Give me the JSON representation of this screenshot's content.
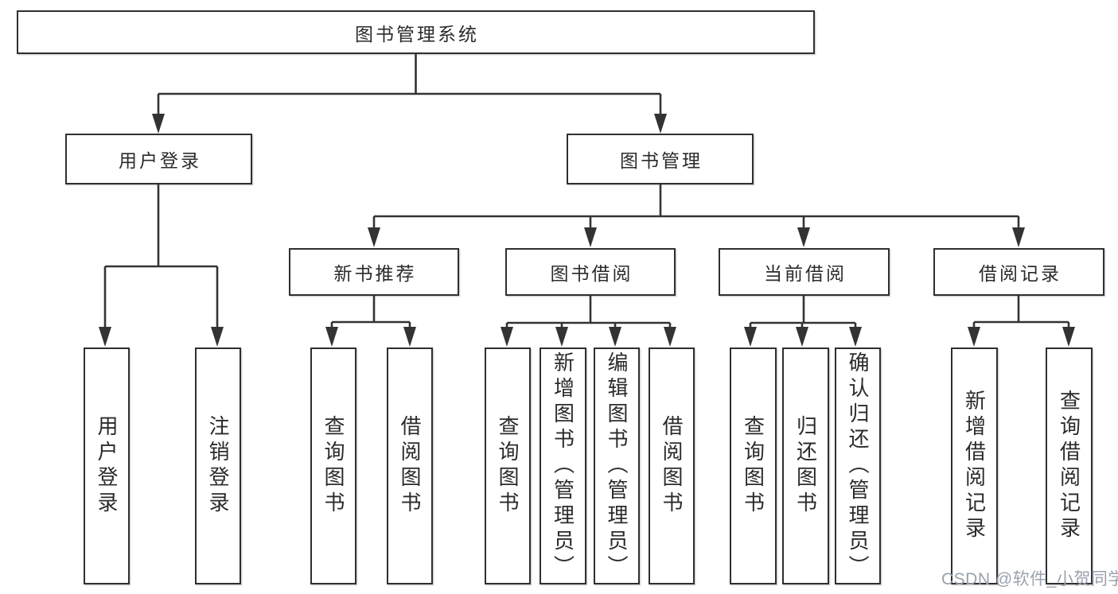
{
  "diagram": {
    "root": {
      "label": "图书管理系统"
    },
    "branches": [
      {
        "label": "用户登录",
        "children": [
          "用户登录",
          "注销登录"
        ]
      },
      {
        "label": "图书管理",
        "children": [
          {
            "label": "新书推荐",
            "children": [
              "查询图书",
              "借阅图书"
            ]
          },
          {
            "label": "图书借阅",
            "children": [
              "查询图书",
              "新增图书（管理员）",
              "编辑图书（管理员）",
              "借阅图书"
            ]
          },
          {
            "label": "当前借阅",
            "children": [
              "查询图书",
              "归还图书",
              "确认归还（管理员）"
            ]
          },
          {
            "label": "借阅记录",
            "children": [
              "新增借阅记录",
              "查询借阅记录"
            ]
          }
        ]
      }
    ]
  },
  "watermark": {
    "text": "CSDN @软件_小贺同学"
  },
  "colors": {
    "line": "#333333",
    "box_border": "#2f2f2f",
    "text": "#2b2b2b",
    "watermark": "#9aa1ad",
    "background": "#ffffff"
  }
}
